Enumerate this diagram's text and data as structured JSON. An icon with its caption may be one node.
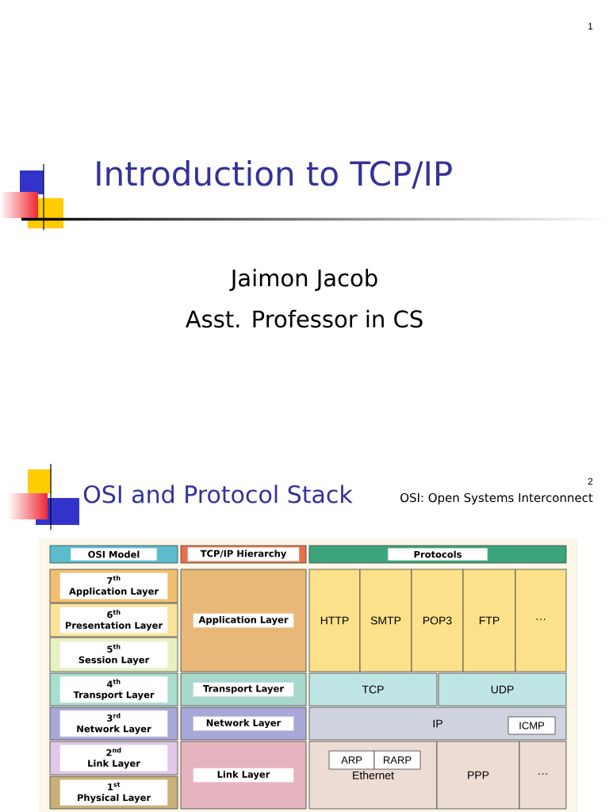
{
  "diagram": {
    "nodes": [
      {
        "text": [
          "OSI Model"
        ]
      },
      {
        "text": [
          "TCP/IP Hierarchy"
        ]
      },
      {
        "text": [
          "Protocols"
        ]
      },
      {
        "text": [
          "7$^{th}$",
          "Application Layer"
        ]
      },
      {
        "text": [
          "6$^{th}$",
          "Presentation Layer"
        ]
      },
      {
        "text": [
          "5$^{th}$",
          "Session Layer"
        ]
      },
      {
        "text": [
          "4$^{th}$",
          "Transport Layer"
        ]
      },
      {
        "text": [
          "3$^{rd}$",
          "Network Layer"
        ]
      },
      {
        "text": [
          "2$^{nd}$",
          "Link Layer"
        ]
      },
      {
        "text": [
          "1$^{st}$",
          "Physical Layer"
        ]
      },
      {
        "text": [
          "Application Layer"
        ]
      },
      {
        "text": [
          "Transport Layer"
        ]
      },
      {
        "text": [
          "Network Layer"
        ]
      },
      {
        "text": [
          "Link Layer"
        ]
      },
      {
        "text": [
          "HTTP"
        ]
      },
      {
        "text": [
          "SMTP"
        ]
      },
      {
        "text": [
          "POP3"
        ]
      },
      {
        "text": [
          "FTP"
        ]
      },
      {
        "text": [
          "···"
        ]
      },
      {
        "text": [
          "TCP"
        ]
      },
      {
        "text": [
          "UDP"
        ]
      },
      {
        "text": [
          "IP"
        ]
      },
      {
        "text": [
          "ICMP"
        ],
        "in": 21
      },
      {
        "text": [
          "Ethernet"
        ]
      },
      {
        "text": [
          "ARP"
        ],
        "in": 23
      },
      {
        "text": [
          "RARP"
        ],
        "in": 23
      },
      {
        "text": [
          "PPP"
        ]
      },
      {
        "text": [
          "···"
        ]
      }
    ],
    "labels": [
      "1",
      "Introduction to TCP/IP",
      "Jaimon Jacob",
      "Asst. Professor in CS",
      "2",
      "OSI and Protocol Stack",
      "OSI: Open Systems Interconnect"
    ]
  }
}
